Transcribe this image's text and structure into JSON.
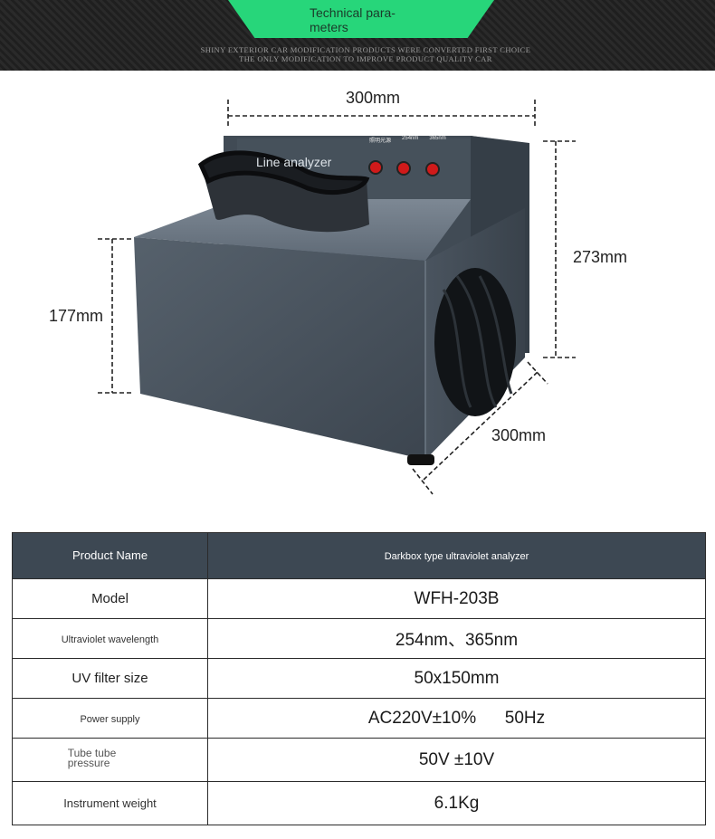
{
  "header": {
    "title": "Technical para-\nmeters",
    "subtitle_line1": "Shiny exterior car modification products were converted first choice",
    "subtitle_line2": "The only modification to improve product quality car"
  },
  "product": {
    "label": "Line analyzer",
    "panel_labels": [
      "照明光源",
      "254nm",
      "365nm"
    ],
    "dimensions": {
      "top_width": "300mm",
      "right_height": "273mm",
      "left_height": "177mm",
      "depth": "300mm"
    }
  },
  "spec_table": {
    "header": {
      "label": "Product Name",
      "value": "Darkbox type ultraviolet analyzer"
    },
    "rows": [
      {
        "label": "Model",
        "value": "WFH-203B"
      },
      {
        "label": "Ultraviolet wavelength",
        "value": "254nm、365nm"
      },
      {
        "label": "UV filter size",
        "value": "50x150mm"
      },
      {
        "label": "Power supply",
        "value": "AC220V±10%      50Hz"
      },
      {
        "label_line1": "Tube tube",
        "label_line2": "pressure",
        "value": "50V ±10V"
      },
      {
        "label": "Instrument weight",
        "value": "6.1Kg"
      }
    ]
  },
  "colors": {
    "header_accent": "#27d67a",
    "table_header_bg": "#3d4853",
    "device_body": "#4a5560"
  }
}
